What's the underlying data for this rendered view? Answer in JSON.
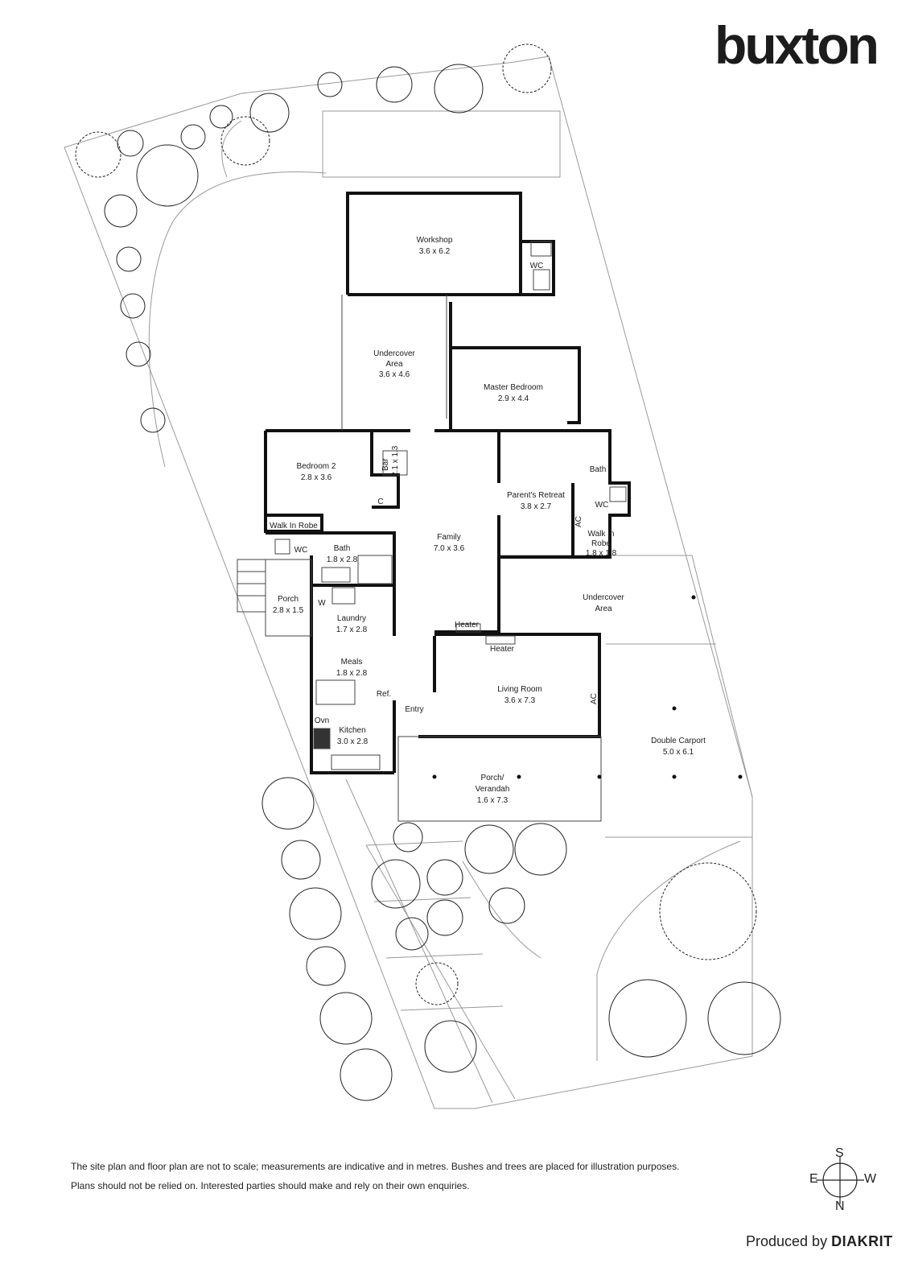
{
  "brand": {
    "logo_text": "buxton"
  },
  "rooms": {
    "workshop": {
      "name": "Workshop",
      "size": "3.6 x 6.2"
    },
    "workshop_wc": {
      "name": "WC"
    },
    "undercover_area_1": {
      "name_line1": "Undercover",
      "name_line2": "Area",
      "size": "3.6 x 4.6"
    },
    "master_bedroom": {
      "name": "Master Bedroom",
      "size": "2.9 x 4.4"
    },
    "bedroom2": {
      "name": "Bedroom 2",
      "size": "2.8 x 3.6"
    },
    "bar": {
      "name": "Bar",
      "size": "2.1 x 1.3"
    },
    "cupboard": {
      "name": "C"
    },
    "walk_in_robe_1": {
      "name": "Walk In Robe"
    },
    "wc_1": {
      "name": "WC"
    },
    "bath_1": {
      "name": "Bath",
      "size": "1.8 x 2.8"
    },
    "family": {
      "name": "Family",
      "size": "7.0 x 3.6"
    },
    "bath_2": {
      "name": "Bath"
    },
    "parents_retreat": {
      "name": "Parent's Retreat",
      "size": "3.8 x 2.7"
    },
    "wc_2": {
      "name": "WC"
    },
    "ac_1": {
      "name": "AC"
    },
    "walk_in_robe_2": {
      "name_line1": "Walk In",
      "name_line2": "Robe",
      "size": "1.8 x 1.8"
    },
    "porch_side": {
      "name": "Porch",
      "size": "2.8 x 1.5"
    },
    "washer": {
      "name": "W"
    },
    "laundry": {
      "name": "Laundry",
      "size": "1.7 x 2.8"
    },
    "undercover_area_2": {
      "name_line1": "Undercover",
      "name_line2": "Area"
    },
    "heater_1": {
      "name": "Heater"
    },
    "heater_2": {
      "name": "Heater"
    },
    "meals": {
      "name": "Meals",
      "size": "1.8 x 2.8"
    },
    "fridge": {
      "name": "Ref."
    },
    "living_room": {
      "name": "Living Room",
      "size": "3.6 x 7.3"
    },
    "ac_2": {
      "name": "AC"
    },
    "entry": {
      "name": "Entry"
    },
    "oven": {
      "name": "Ovn"
    },
    "kitchen": {
      "name": "Kitchen",
      "size": "3.0 x 2.8"
    },
    "double_carport": {
      "name": "Double Carport",
      "size": "5.0 x 6.1"
    },
    "verandah": {
      "name_line1": "Porch/",
      "name_line2": "Verandah",
      "size": "1.6 x 7.3"
    }
  },
  "disclaimer": {
    "line1": "The site plan and floor plan are not to scale; measurements are indicative and in metres. Bushes and trees are placed for illustration purposes.",
    "line2": "Plans should not be relied on. Interested parties should make and rely on their own enquiries."
  },
  "compass": {
    "top": "S",
    "left": "E",
    "right": "W",
    "bottom": "N"
  },
  "credit": {
    "prefix": "Produced by",
    "company": "DIAKRIT"
  }
}
